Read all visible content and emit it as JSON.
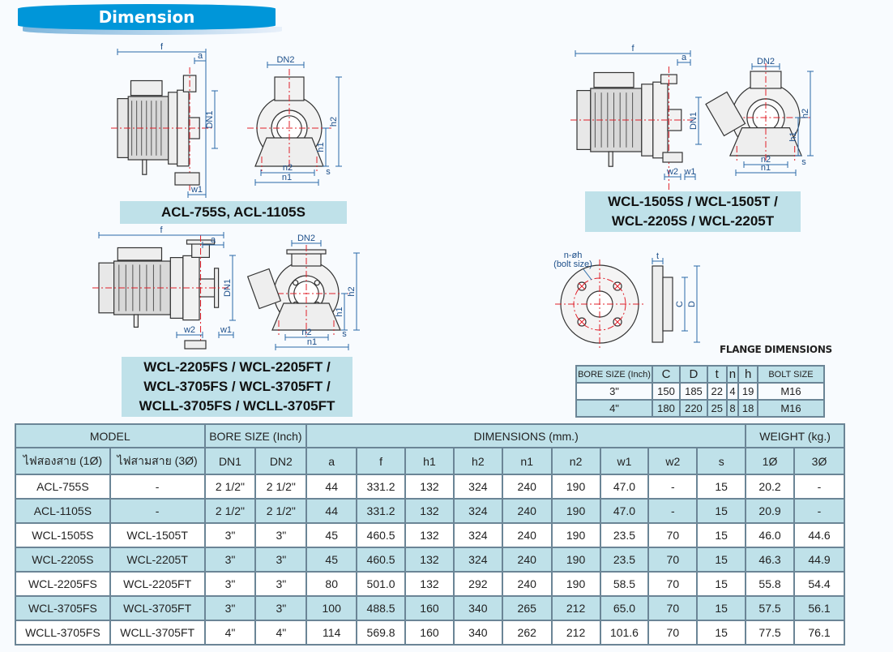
{
  "title": "Dimension",
  "drawing_labels": {
    "f": "f",
    "a": "a",
    "dn1": "DN1",
    "dn2": "DN2",
    "h1": "h1",
    "h2": "h2",
    "n1": "n1",
    "n2": "n2",
    "s": "s",
    "w1": "w1",
    "w2": "w2",
    "noh": "n-øh",
    "bolt": "(bolt size)",
    "t": "t",
    "c": "C",
    "d": "D"
  },
  "captions": {
    "acl": [
      "ACL-755S, ACL-1105S"
    ],
    "wcl1505": [
      "WCL-1505S / WCL-1505T /",
      "WCL-2205S / WCL-2205T"
    ],
    "wcl2205fs": [
      "WCL-2205FS / WCL-2205FT /",
      "WCL-3705FS / WCL-3705FT /",
      "WCLL-3705FS / WCLL-3705FT"
    ]
  },
  "flange": {
    "title": "FLANGE DIMENSIONS",
    "headers": [
      "BORE SIZE (Inch)",
      "C",
      "D",
      "t",
      "n",
      "h",
      "BOLT SIZE"
    ],
    "rows": [
      [
        "3\"",
        "150",
        "185",
        "22",
        "4",
        "19",
        "M16"
      ],
      [
        "4\"",
        "180",
        "220",
        "25",
        "8",
        "18",
        "M16"
      ]
    ]
  },
  "table": {
    "group_headers": {
      "model": "MODEL",
      "bore": "BORE SIZE (Inch)",
      "dims": "DIMENSIONS (mm.)",
      "weight": "WEIGHT (kg.)"
    },
    "sub_headers": [
      "ไฟสองสาย (1Ø)",
      "ไฟสามสาย (3Ø)",
      "DN1",
      "DN2",
      "a",
      "f",
      "h1",
      "h2",
      "n1",
      "n2",
      "w1",
      "w2",
      "s",
      "1Ø",
      "3Ø"
    ],
    "rows": [
      [
        "ACL-755S",
        "-",
        "2 1/2\"",
        "2 1/2\"",
        "44",
        "331.2",
        "132",
        "324",
        "240",
        "190",
        "47.0",
        "-",
        "15",
        "20.2",
        "-"
      ],
      [
        "ACL-1105S",
        "-",
        "2 1/2\"",
        "2 1/2\"",
        "44",
        "331.2",
        "132",
        "324",
        "240",
        "190",
        "47.0",
        "-",
        "15",
        "20.9",
        "-"
      ],
      [
        "WCL-1505S",
        "WCL-1505T",
        "3\"",
        "3\"",
        "45",
        "460.5",
        "132",
        "324",
        "240",
        "190",
        "23.5",
        "70",
        "15",
        "46.0",
        "44.6"
      ],
      [
        "WCL-2205S",
        "WCL-2205T",
        "3\"",
        "3\"",
        "45",
        "460.5",
        "132",
        "324",
        "240",
        "190",
        "23.5",
        "70",
        "15",
        "46.3",
        "44.9"
      ],
      [
        "WCL-2205FS",
        "WCL-2205FT",
        "3\"",
        "3\"",
        "80",
        "501.0",
        "132",
        "292",
        "240",
        "190",
        "58.5",
        "70",
        "15",
        "55.8",
        "54.4"
      ],
      [
        "WCL-3705FS",
        "WCL-3705FT",
        "3\"",
        "3\"",
        "100",
        "488.5",
        "160",
        "340",
        "265",
        "212",
        "65.0",
        "70",
        "15",
        "57.5",
        "56.1"
      ],
      [
        "WCLL-3705FS",
        "WCLL-3705FT",
        "4\"",
        "4\"",
        "114",
        "569.8",
        "160",
        "340",
        "262",
        "212",
        "101.6",
        "70",
        "15",
        "77.5",
        "76.1"
      ]
    ]
  }
}
